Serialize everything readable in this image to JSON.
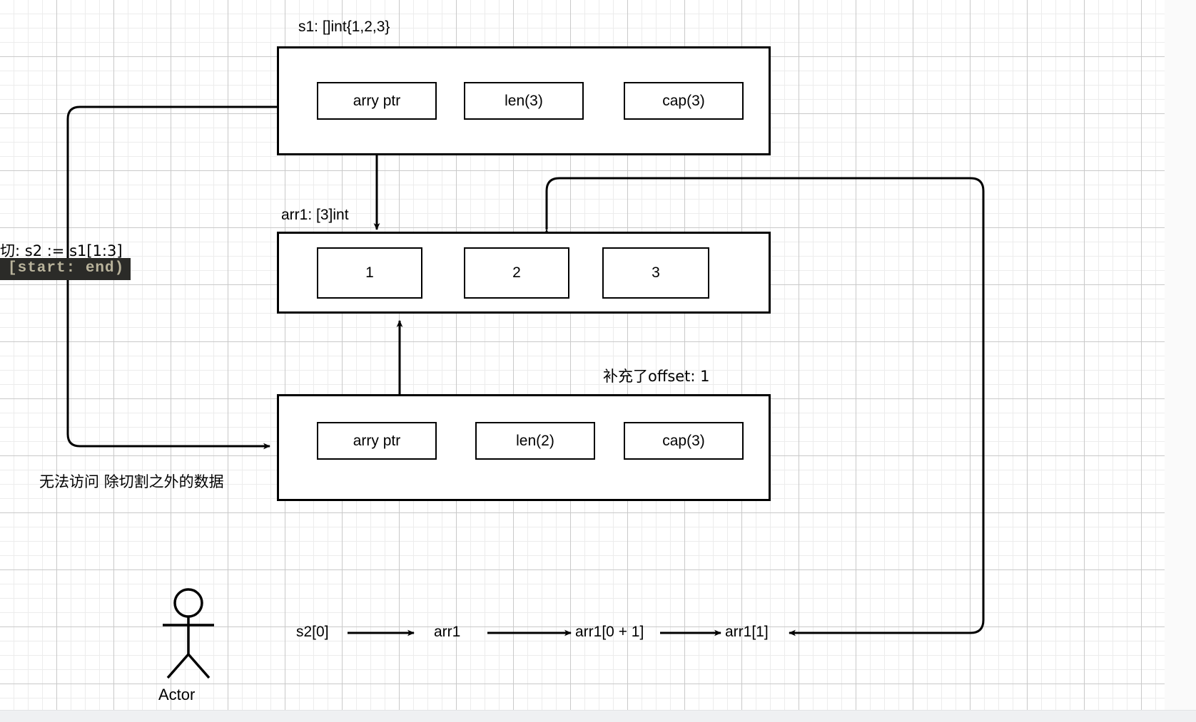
{
  "canvas": {
    "grid_minor_color": "#ececec",
    "grid_major_color": "#c9c9c9",
    "background": "#ffffff",
    "stroke_color": "#000000"
  },
  "annotations": {
    "slice_expr": "切:  s2 := s1[1:3]",
    "code_chip": "[start: end)",
    "code_chip_bg": "#2b2b28",
    "code_chip_fg": "#b9b39b",
    "no_access_note": "无法访问 除切割之外的数据",
    "offset_note": "补充了offset: 1"
  },
  "nodes": {
    "s1": {
      "title": "s1: []int{1,2,3}",
      "fields": [
        "arry ptr",
        "len(3)",
        "cap(3)"
      ]
    },
    "arr1": {
      "title": "arr1: [3]int",
      "cells": [
        "1",
        "2",
        "3"
      ]
    },
    "s2": {
      "title": "",
      "fields": [
        "arry ptr",
        "len(2)",
        "cap(3)"
      ]
    }
  },
  "flow": {
    "steps": [
      "s2[0]",
      "arr1",
      "arr1[0 + 1]",
      "arr1[1]"
    ]
  },
  "actor": {
    "label": "Actor"
  }
}
